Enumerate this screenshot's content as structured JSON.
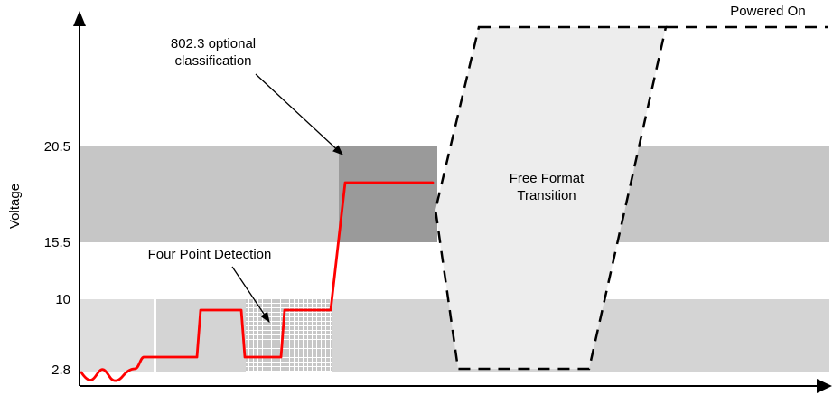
{
  "axes": {
    "y_label": "Voltage",
    "ticks": [
      "20.5",
      "15.5",
      "10",
      "2.8"
    ]
  },
  "annotations": {
    "classification_line1": "802.3 optional",
    "classification_line2": "classification",
    "detection": "Four Point Detection",
    "transition_line1": "Free Format",
    "transition_line2": "Transition",
    "powered_on": "Powered On"
  },
  "colors": {
    "trace": "#ff0000",
    "band_upper": "#c6c6c6",
    "band_lower": "#d4d4d4",
    "band_lower_left": "#dedede",
    "classification_region": "#9a9a9a",
    "transition_fill": "#ededed",
    "axis": "#000000"
  }
}
